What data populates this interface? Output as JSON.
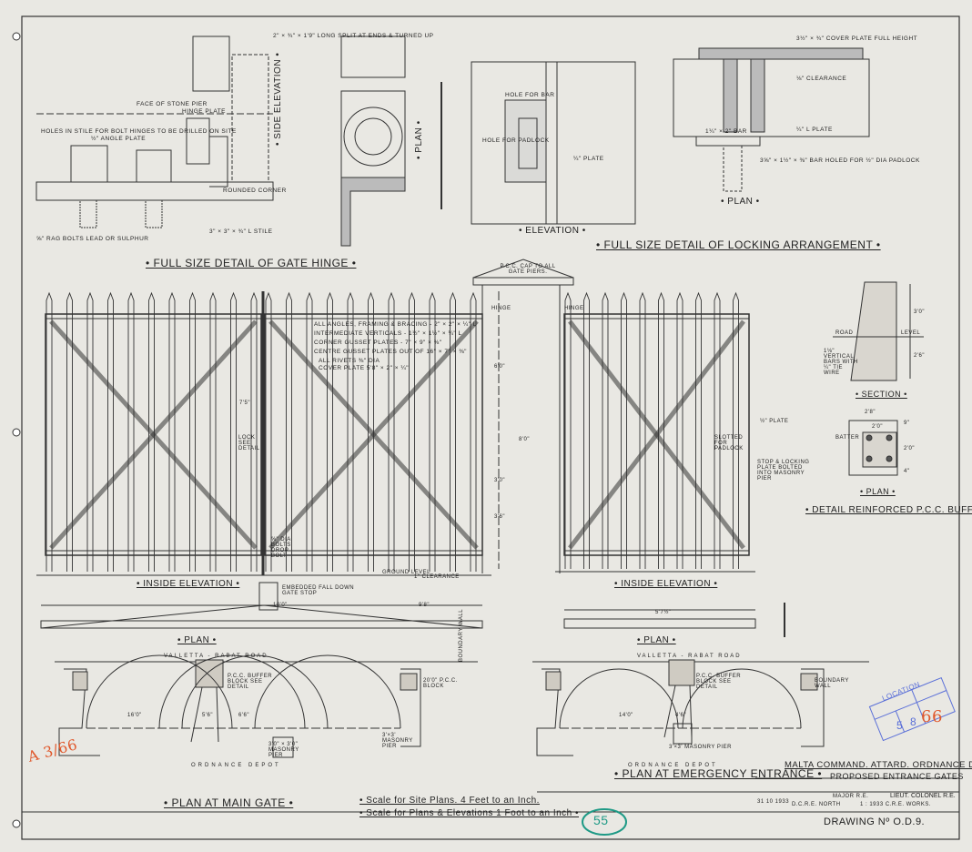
{
  "hinge_detail": {
    "title": "• FULL SIZE DETAIL OF GATE HINGE •",
    "side_elevation": "• SIDE ELEVATION •",
    "plan": "• PLAN •",
    "notes": [
      "HOLES IN STILE FOR BOLT HINGES TO BE DRILLED ON SITE",
      "FACE OF STONE PIER",
      "½\" ANGLE PLATE",
      "HINGE PLATE",
      "ROUNDED CORNER",
      "3\" × 3\" × ¾\" L STILE",
      "⅝\" RAG BOLTS LEAD OR SULPHUR",
      "2\" × ¾\" × 1'9\" LONG SPLIT AT ENDS & TURNED UP"
    ]
  },
  "locking_detail": {
    "title": "• FULL SIZE DETAIL OF LOCKING ARRANGEMENT •",
    "elevation_label": "• ELEVATION •",
    "plan_label": "• PLAN •",
    "notes": [
      "HOLE FOR BAR",
      "HOLE FOR PADLOCK",
      "¼\" PLATE",
      "3½\" × ¾\" COVER PLATE FULL HEIGHT",
      "⅛\" CLEARANCE",
      "1¼\" × 2\" BAR",
      "¼\" L PLATE",
      "3⅝\" × 1½\" × ⅜\" BAR HOLED FOR ½\" DIA PADLOCK"
    ]
  },
  "main_gate": {
    "elevation_label": "• INSIDE ELEVATION •",
    "plan_label": "• PLAN •",
    "spec_notes": [
      "ALL ANGLES, FRAMING & BRACING - 2\" × 2\" × ¼\" L",
      "INTERMEDIATE VERTICALS - 1½\" × 1½\" × ¼\" L",
      "CORNER GUSSET PLATES - 7\" × 9\" × ⅜\"",
      "CENTRE GUSSET PLATES OUT OF 16\" × 7\" × ⅜\"",
      "ALL RIVETS ⅜\" DIA",
      "COVER PLATE 5'8\" × 2\" × ¼\""
    ],
    "labels": [
      "HINGE",
      "LOCK SEE DETAIL",
      "⅝\" DIA BOLTS DROP BOLT",
      "GROUND LEVEL",
      "1\" CLEARANCE",
      "EMBEDDED FALL DOWN GATE STOP",
      "7'5\"",
      "10'0\"",
      "9'8\"",
      "6'0\"",
      "3'0\"",
      "3'6\"",
      "8'0\""
    ],
    "pier_cap": "P.C.C. CAP TO ALL GATE PIERS."
  },
  "emergency_gate": {
    "elevation_label": "• INSIDE ELEVATION •",
    "plan_label": "• PLAN •",
    "labels": [
      "HINGE",
      "SLOTTED FOR PADLOCK",
      "½\" PLATE",
      "STOP & LOCKING PLATE BOLTED INTO MASONRY PIER",
      "5'7½\""
    ]
  },
  "buffer_detail": {
    "title": "• DETAIL REINFORCED P.C.C. BUFFER •",
    "section_label": "• SECTION •",
    "plan_label": "• PLAN •",
    "labels": [
      "ROAD",
      "LEVEL",
      "3'0\"",
      "2'6\"",
      "1⅛\" VERTICAL BARS WITH ¼\" TIE WIRE",
      "2'8\"",
      "2'0\"",
      "BATTER",
      "9\"",
      "2'0\"",
      "4\""
    ]
  },
  "site_plan_main": {
    "title": "• PLAN AT MAIN GATE •",
    "road": "VALLETTA - RABAT ROAD",
    "depot": "ORDNANCE DEPOT",
    "labels": [
      "P.C.C. BUFFER BLOCK SEE DETAIL",
      "16'0\"",
      "6'6\"",
      "5'6\"",
      "3'0\" × 3'0\" MASONRY PIER",
      "20'0\" P.C.C. BLOCK",
      "BOUNDARY WALL",
      "3'×3' MASONRY PIER"
    ]
  },
  "site_plan_emergency": {
    "title": "• PLAN AT EMERGENCY ENTRANCE •",
    "road": "VALLETTA - RABAT ROAD",
    "depot": "ORDNANCE DEPOT",
    "labels": [
      "P.C.C. BUFFER BLOCK SEE DETAIL",
      "14'0\"",
      "4'6\"",
      "3'×3' MASONRY PIER",
      "BOUNDARY WALL"
    ]
  },
  "scales": [
    "• Scale for Site Plans. 4 Feet to an Inch.",
    "• Scale for Plans & Elevations 1 Foot to an Inch •"
  ],
  "title_block": {
    "line1": "MALTA COMMAND.  ATTARD.  ORDNANCE DEPOT.",
    "line2": "PROPOSED ENTRANCE GATES",
    "date": "31 10 1933",
    "dcre": "D.C.R.E. NORTH",
    "major": "MAJOR R.E.",
    "cre": "1 : 1933  C.R.E. WORKS.",
    "col": "LIEUT. COLONEL R.E.",
    "drawing_no": "DRAWING Nº O.D.9."
  },
  "stamps": {
    "location_stamp": "LOCATION",
    "location_values": [
      "5",
      "8"
    ],
    "red_number": "66",
    "red_ref": "A 3/66",
    "green_circle": "55"
  },
  "colors": {
    "paper": "#e9e8e3",
    "ink": "#2a2a2a",
    "stamp_blue": "#5a6fd8",
    "red": "#e0582c",
    "green": "#1f9a86"
  }
}
